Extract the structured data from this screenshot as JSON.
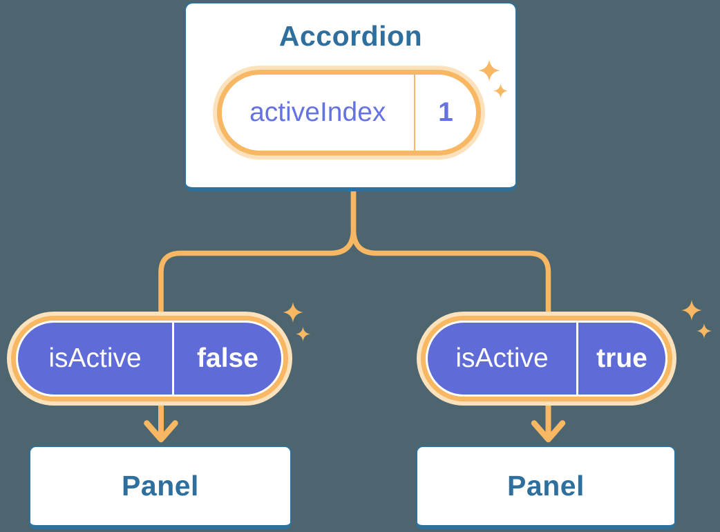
{
  "colors": {
    "bg": "#4D656F",
    "blue": "#2E719C",
    "heading": "#2F6F9E",
    "orange": "#F7B763",
    "glow": "#FBE2BC",
    "purple": "#5F6BD6",
    "purple-text": "#6572E2",
    "white": "#FFFFFF"
  },
  "accordion": {
    "title": "Accordion",
    "state": {
      "name": "activeIndex",
      "value": "1"
    }
  },
  "props": [
    {
      "name": "isActive",
      "value": "false"
    },
    {
      "name": "isActive",
      "value": "true"
    }
  ],
  "panels": [
    {
      "title": "Panel"
    },
    {
      "title": "Panel"
    }
  ]
}
